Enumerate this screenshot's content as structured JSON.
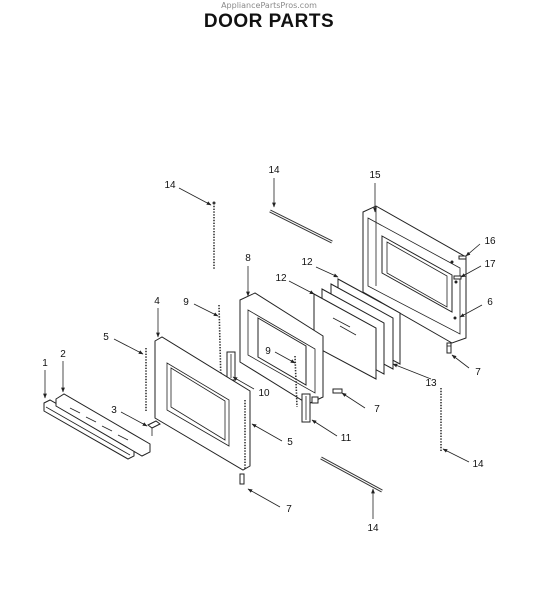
{
  "header": {
    "watermark": "AppliancePartsPros.com",
    "title": "DOOR PARTS"
  },
  "callouts": {
    "c1": "1",
    "c2": "2",
    "c3": "3",
    "c4": "4",
    "c5a": "5",
    "c5b": "5",
    "c6": "6",
    "c7a": "7",
    "c7b": "7",
    "c7c": "7",
    "c8": "8",
    "c9a": "9",
    "c9b": "9",
    "c10": "10",
    "c11": "11",
    "c12a": "12",
    "c12b": "12",
    "c13": "13",
    "c14a": "14",
    "c14b": "14",
    "c14c": "14",
    "c14d": "14",
    "c15": "15",
    "c16": "16",
    "c17": "17"
  }
}
